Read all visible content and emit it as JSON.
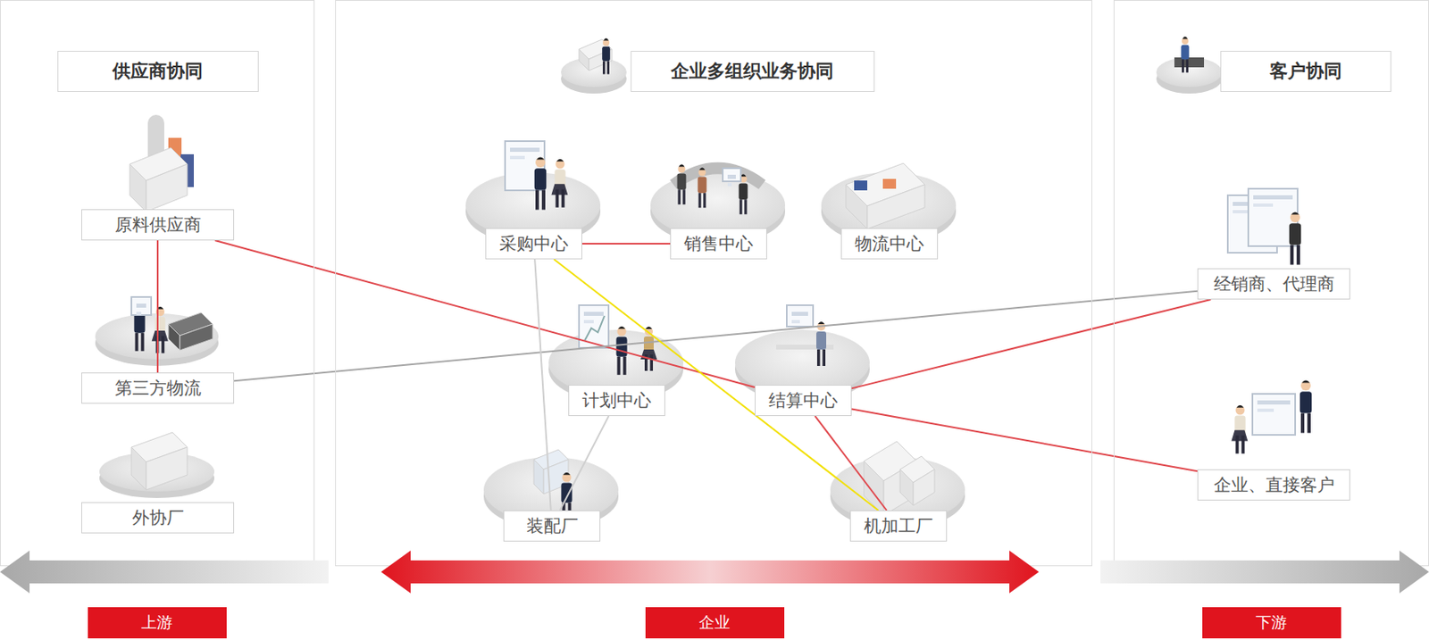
{
  "diagram": {
    "nodes": [
      {
        "text": [
          "供应商协同"
        ]
      },
      {
        "text": [
          "原料供应商"
        ],
        "in": 0
      },
      {
        "text": [
          "第三方物流"
        ],
        "in": 0
      },
      {
        "text": [
          "外协厂"
        ],
        "in": 0
      },
      {
        "text": [
          "企业多组织业务协同"
        ]
      },
      {
        "text": [
          "采购中心"
        ],
        "in": 4
      },
      {
        "text": [
          "销售中心"
        ],
        "in": 4
      },
      {
        "text": [
          "物流中心"
        ],
        "in": 4
      },
      {
        "text": [
          "计划中心"
        ],
        "in": 4
      },
      {
        "text": [
          "结算中心"
        ],
        "in": 4
      },
      {
        "text": [
          "装配厂"
        ],
        "in": 4
      },
      {
        "text": [
          "机加工厂"
        ],
        "in": 4
      },
      {
        "text": [
          "客户协同"
        ]
      },
      {
        "text": [
          "经销商、代理商"
        ],
        "in": 12
      },
      {
        "text": [
          "企业、直接客户"
        ],
        "in": 12
      }
    ],
    "edges": [
      {
        "from": 1,
        "to": 2,
        "arrow": "none"
      },
      {
        "from": 1,
        "to": 9,
        "arrow": "none"
      },
      {
        "from": 2,
        "to": 13,
        "arrow": "none"
      },
      {
        "from": 5,
        "to": 6,
        "arrow": "none"
      },
      {
        "from": 5,
        "to": 11,
        "arrow": "none"
      },
      {
        "from": 5,
        "to": 10,
        "arrow": "none"
      },
      {
        "from": 8,
        "to": 10,
        "arrow": "none"
      },
      {
        "from": 9,
        "to": 13,
        "arrow": "none"
      },
      {
        "from": 9,
        "to": 14,
        "arrow": "none"
      },
      {
        "from": 9,
        "to": 11,
        "arrow": "none"
      }
    ],
    "labels": [
      "上游",
      "企业",
      "下游"
    ]
  }
}
